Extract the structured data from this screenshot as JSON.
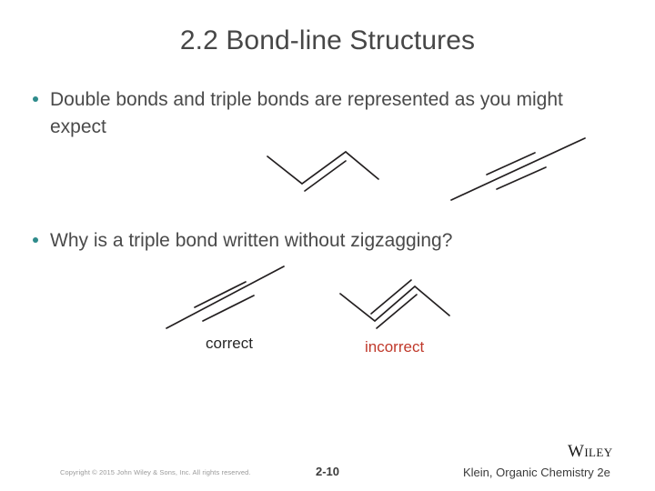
{
  "slide": {
    "title": "2.2 Bond-line Structures",
    "title_color": "#474747",
    "background_color": "#ffffff",
    "bullet_color": "#2E8B8B",
    "body_text_color": "#4a4a4a",
    "bullets": [
      {
        "text": "Double bonds and triple bonds are represented as you might expect"
      },
      {
        "text": "Why is a triple bond written without zigzagging?"
      }
    ],
    "structures": [
      {
        "name": "double-bond-zigzag",
        "description": "Bond-line zigzag chain with a double bond (two parallel lines) along the central bond"
      },
      {
        "name": "triple-bond-linear",
        "description": "Linear bond-line drawing with a triple bond (three parallel lines) drawn straight, not zigzagged"
      },
      {
        "name": "triple-bond-linear-correct",
        "description": "Linear triple bond drawing labelled correct"
      },
      {
        "name": "triple-bond-zigzag-incorrect",
        "description": "Zigzag triple bond drawing labelled incorrect"
      }
    ],
    "captions": {
      "correct": "correct",
      "correct_color": "#262626",
      "incorrect": "incorrect",
      "incorrect_color": "#C0392B"
    }
  },
  "footer": {
    "copyright": "Copyright © 2015 John Wiley & Sons, Inc. All rights reserved.",
    "page_number": "2-10",
    "publisher_logo": "Wiley",
    "author_title": "Klein, Organic Chemistry 2e"
  }
}
